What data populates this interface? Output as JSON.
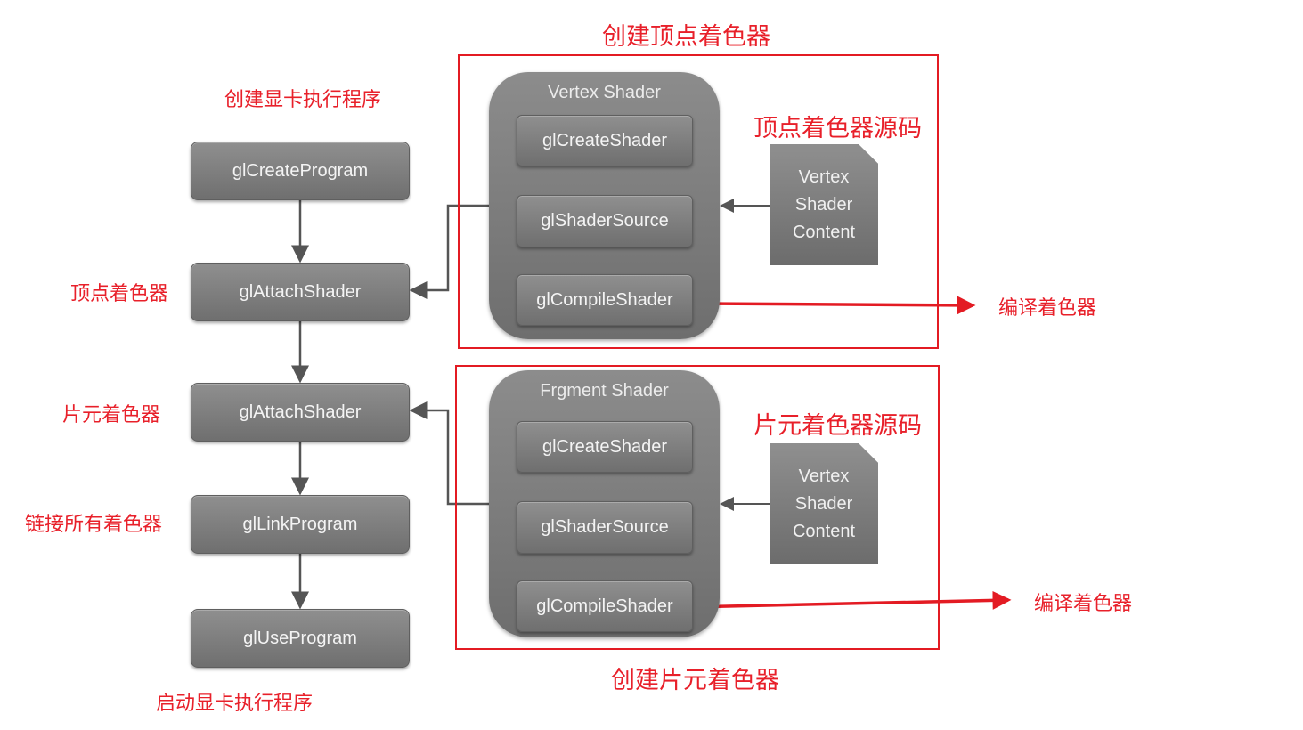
{
  "program_pipeline": {
    "nodes": [
      "glCreateProgram",
      "glAttachShader",
      "glAttachShader",
      "glLinkProgram",
      "glUseProgram"
    ],
    "annotations": {
      "create_program": "创建显卡执行程序",
      "attach_vertex": "顶点着色器",
      "attach_fragment": "片元着色器",
      "link": "链接所有着色器",
      "use": "启动显卡执行程序"
    }
  },
  "vertex_group": {
    "title": "Vertex Shader",
    "steps": [
      "glCreateShader",
      "glShaderSource",
      "glCompileShader"
    ],
    "source_doc": [
      "Vertex",
      "Shader",
      "Content"
    ],
    "box_label": "创建顶点着色器",
    "source_label": "顶点着色器源码",
    "compile_label": "编译着色器"
  },
  "fragment_group": {
    "title": "Frgment Shader",
    "steps": [
      "glCreateShader",
      "glShaderSource",
      "glCompileShader"
    ],
    "source_doc": [
      "Vertex",
      "Shader",
      "Content"
    ],
    "box_label": "创建片元着色器",
    "source_label": "片元着色器源码",
    "compile_label": "编译着色器"
  },
  "colors": {
    "annotation": "#e8202a",
    "node": "#7f7f7f",
    "connector": "#555555"
  }
}
